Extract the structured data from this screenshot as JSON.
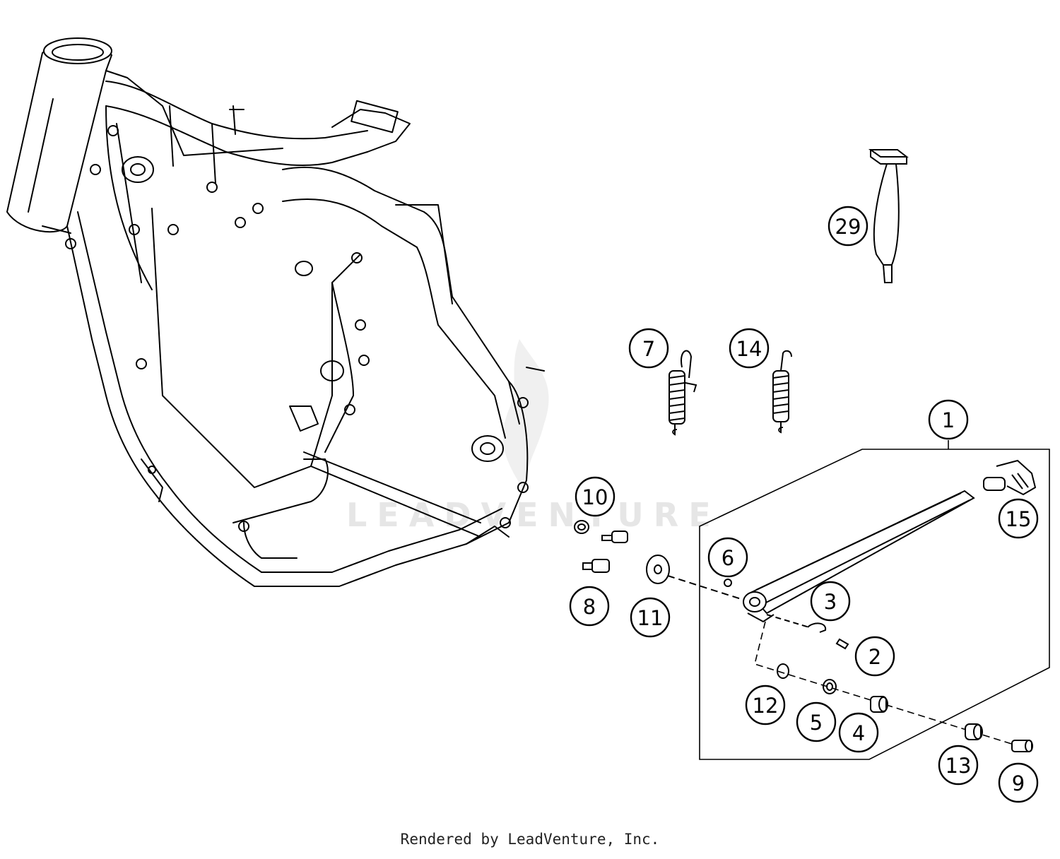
{
  "footer": {
    "text": "Rendered by LeadVenture, Inc."
  },
  "watermark": {
    "text": "LEADVENTURE"
  },
  "callouts": [
    {
      "id": "29",
      "label": "29"
    },
    {
      "id": "7",
      "label": "7"
    },
    {
      "id": "14",
      "label": "14"
    },
    {
      "id": "1",
      "label": "1"
    },
    {
      "id": "10",
      "label": "10"
    },
    {
      "id": "15",
      "label": "15"
    },
    {
      "id": "6",
      "label": "6"
    },
    {
      "id": "3",
      "label": "3"
    },
    {
      "id": "8",
      "label": "8"
    },
    {
      "id": "11",
      "label": "11"
    },
    {
      "id": "2",
      "label": "2"
    },
    {
      "id": "12",
      "label": "12"
    },
    {
      "id": "5",
      "label": "5"
    },
    {
      "id": "4",
      "label": "4"
    },
    {
      "id": "13",
      "label": "13"
    },
    {
      "id": "9",
      "label": "9"
    }
  ]
}
